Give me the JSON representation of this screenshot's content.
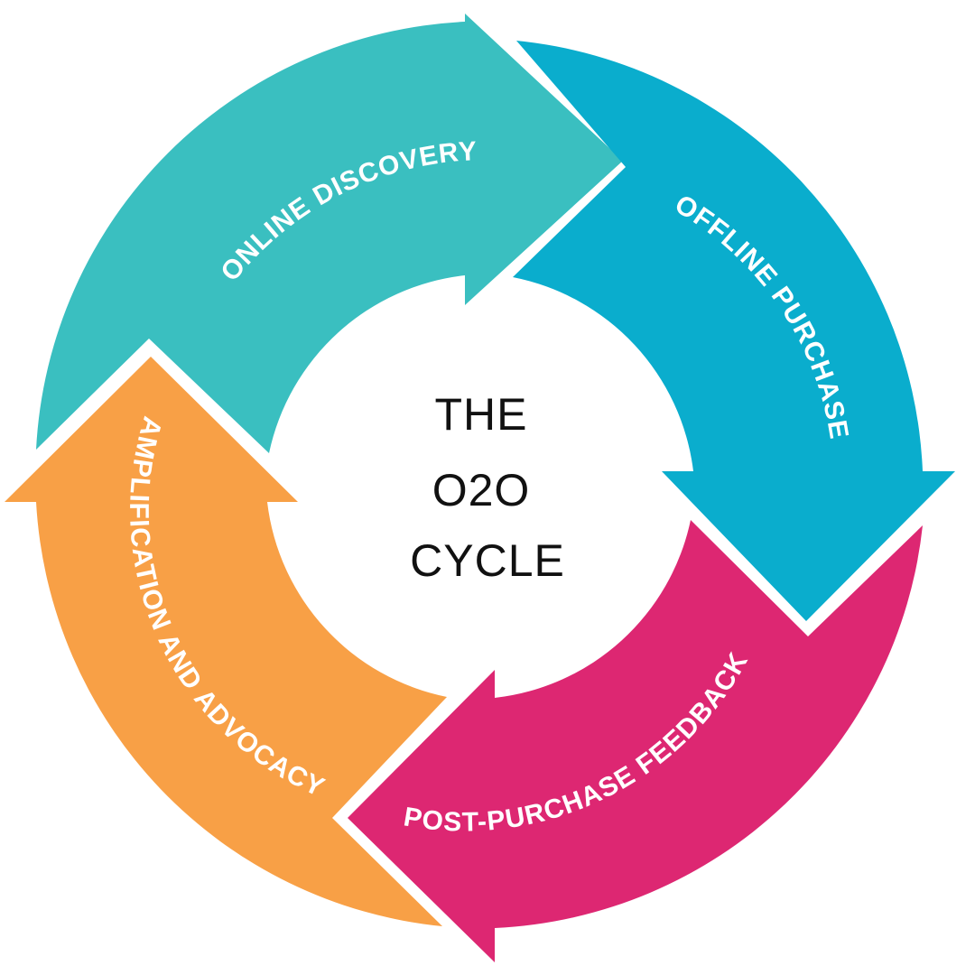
{
  "diagram": {
    "center_lines": [
      "THE",
      "O2O",
      "CYCLE"
    ],
    "segments": [
      {
        "key": "online-discovery",
        "label": "ONLINE  DISCOVERY",
        "color": "#3ABFC0"
      },
      {
        "key": "offline-purchase",
        "label": "OFFLINE PURCHASE",
        "color": "#0AADCD"
      },
      {
        "key": "post-purchase-feedback",
        "label": "POST-PURCHASE FEEDBACK",
        "color": "#DD2772"
      },
      {
        "key": "amplification-and-advocacy",
        "label": "AMPLIFICATION AND ADVOCACY",
        "color": "#F8A046"
      }
    ]
  }
}
